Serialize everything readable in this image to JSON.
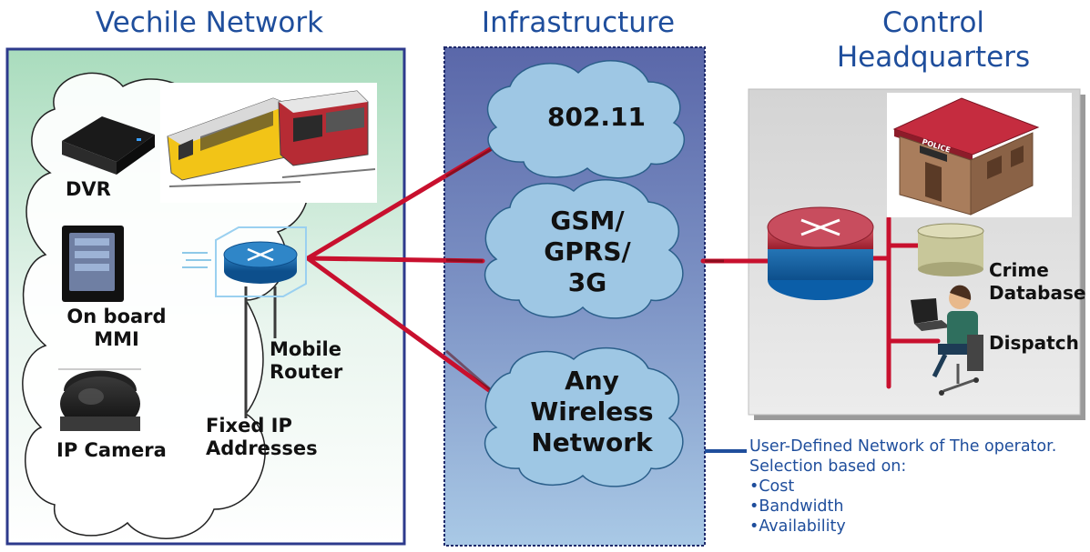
{
  "sections": {
    "vehicle_title": "Vechile Network",
    "infra_title": "Infrastructure",
    "hq_title_line1": "Control",
    "hq_title_line2": "Headquarters"
  },
  "vehicle": {
    "dvr": "DVR",
    "mmi_line1": "On board",
    "mmi_line2": "MMI",
    "camera": "IP Camera",
    "router_line1": "Mobile",
    "router_line2": "Router",
    "fixed_line1": "Fixed IP",
    "fixed_line2": "Addresses"
  },
  "infrastructure": {
    "wifi": "802.11",
    "cell_line1": "GSM/",
    "cell_line2": "GPRS/",
    "cell_line3": "3G",
    "any_line1": "Any",
    "any_line2": "Wireless",
    "any_line3": "Network"
  },
  "headquarters": {
    "police_sign": "POLICE",
    "crime_line1": "Crime",
    "crime_line2": "Database",
    "dispatch": "Dispatch"
  },
  "note": {
    "line1": "User-Defined Network of The operator.",
    "line2": "Selection based on:",
    "bullet1": "•Cost",
    "bullet2": "•Bandwidth",
    "bullet3": "•Availability"
  },
  "colors": {
    "title_blue": "#1f4e9c",
    "link_red": "#c8102e",
    "router_blue": "#1e88d8"
  }
}
